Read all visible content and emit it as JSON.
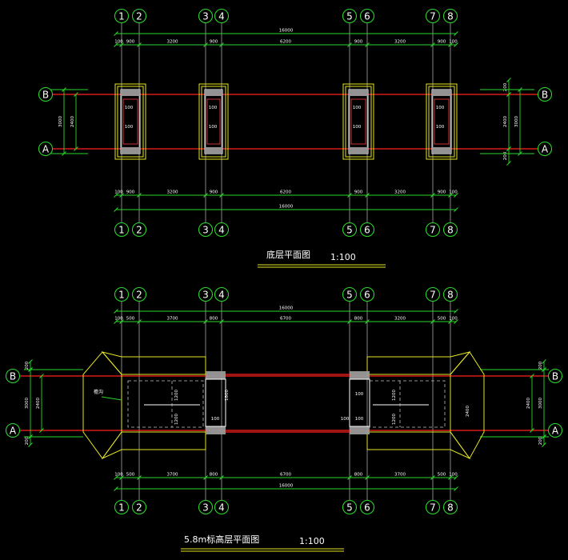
{
  "plans": [
    {
      "id": "ground-floor",
      "title": "底层平面图",
      "scale": "1:100",
      "col_labels": [
        "1",
        "2",
        "3",
        "4",
        "5",
        "6",
        "7",
        "8"
      ],
      "row_labels": [
        "B",
        "A"
      ],
      "top_dims_row1": [
        "100",
        "900",
        "3200",
        "900",
        "6200",
        "900",
        "3200",
        "900",
        "100"
      ],
      "top_overall": "16000",
      "top_dims_row2": [
        "",
        "",
        "",
        "6200",
        "",
        "",
        "",
        "",
        ""
      ],
      "left_dims": [
        "3000",
        "2400"
      ],
      "right_dims": [
        "3000",
        "2400"
      ],
      "left_small": [],
      "right_small": [
        "200",
        "200"
      ],
      "bottom_dims": [
        "100",
        "900",
        "3200",
        "900",
        "6200",
        "900",
        "3200",
        "900",
        "100"
      ],
      "bottom_overall": "16000",
      "col_dims": [
        "100",
        "100",
        "100",
        "100"
      ]
    },
    {
      "id": "roof-5-8m",
      "title": "5.8m标高层平面图",
      "scale": "1:100",
      "col_labels": [
        "1",
        "2",
        "3",
        "4",
        "5",
        "6",
        "7",
        "8"
      ],
      "row_labels": [
        "B",
        "A"
      ],
      "top_dims": [
        "100",
        "500",
        "3700",
        "800",
        "6700",
        "800",
        "3200",
        "500",
        "100"
      ],
      "top_overall": "16000",
      "left_dims": [
        "3000",
        "2400"
      ],
      "right_dims": [
        "3000",
        "2400",
        "2400"
      ],
      "small_dims": [
        "200",
        "200"
      ],
      "bottom_dims": [
        "100",
        "500",
        "3700",
        "800",
        "6700",
        "800",
        "3700",
        "500",
        "100"
      ],
      "bottom_overall": "16000",
      "inner_dims": [
        "1200",
        "1200",
        "1200",
        "1200",
        "100",
        "100",
        "100",
        "100",
        "100"
      ],
      "note": "檐沟"
    }
  ]
}
